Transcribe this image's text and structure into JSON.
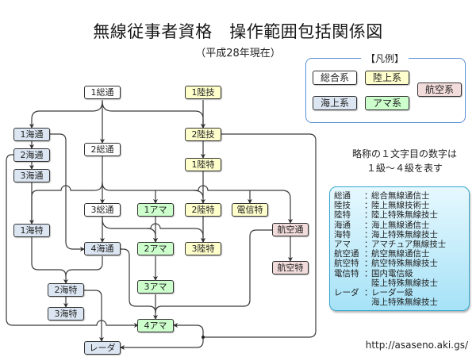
{
  "header": {
    "title": "無線従事者資格　操作範囲包括関係図",
    "subtitle": "（平成28年現在）"
  },
  "legend": {
    "title": "【凡例】",
    "items": [
      {
        "id": "general",
        "label": "総合系",
        "color": "#ffffff"
      },
      {
        "id": "land",
        "label": "陸上系",
        "color": "#ffffcc"
      },
      {
        "id": "aviation",
        "label": "航空系",
        "color": "#f2dcdb"
      },
      {
        "id": "maritime",
        "label": "海上系",
        "color": "#dce6f2"
      },
      {
        "id": "amateur",
        "label": "アマ系",
        "color": "#ccffcc"
      }
    ]
  },
  "note": {
    "line1": "略称の１文字目の数字は",
    "line2": "１級～４級を表す"
  },
  "abbreviations": [
    {
      "abbr": "総通",
      "full": "総合無線通信士"
    },
    {
      "abbr": "陸技",
      "full": "陸上無線技術士"
    },
    {
      "abbr": "陸特",
      "full": "陸上特殊無線技士"
    },
    {
      "abbr": "海通",
      "full": "海上無線通信士"
    },
    {
      "abbr": "海特",
      "full": "海上特殊無線技士"
    },
    {
      "abbr": "アマ",
      "full": "アマチュア無線技士"
    },
    {
      "abbr": "航空通",
      "full": "航空無線通信士"
    },
    {
      "abbr": "航空特",
      "full": "航空特殊無線技士"
    },
    {
      "abbr": "電信特",
      "full": "国内電信級",
      "full2": "陸上特殊無線技士"
    },
    {
      "abbr": "レーダ",
      "full": "レーダー級",
      "full2": "海上特殊無線技士"
    }
  ],
  "colon": "：",
  "diagram": {
    "nodes": [
      {
        "label": "1総通",
        "category": "general"
      },
      {
        "label": "1陸技",
        "category": "land"
      },
      {
        "label": "1海通",
        "category": "maritime"
      },
      {
        "label": "2陸技",
        "category": "land"
      },
      {
        "label": "2総通",
        "category": "general"
      },
      {
        "label": "2海通",
        "category": "maritime"
      },
      {
        "label": "1陸特",
        "category": "land"
      },
      {
        "label": "3海通",
        "category": "maritime"
      },
      {
        "label": "3総通",
        "category": "general"
      },
      {
        "label": "1アマ",
        "category": "amateur"
      },
      {
        "label": "2陸特",
        "category": "land"
      },
      {
        "label": "電信特",
        "category": "land"
      },
      {
        "label": "1海特",
        "category": "maritime"
      },
      {
        "label": "航空通",
        "category": "aviation"
      },
      {
        "label": "4海通",
        "category": "maritime"
      },
      {
        "label": "2アマ",
        "category": "amateur"
      },
      {
        "label": "3陸特",
        "category": "land"
      },
      {
        "label": "航空特",
        "category": "aviation"
      },
      {
        "label": "3アマ",
        "category": "amateur"
      },
      {
        "label": "2海特",
        "category": "maritime"
      },
      {
        "label": "3海特",
        "category": "maritime"
      },
      {
        "label": "4アマ",
        "category": "amateur"
      },
      {
        "label": "レーダ",
        "category": "maritime"
      }
    ],
    "relations": [
      {
        "from": "1総通",
        "to": "2総通"
      },
      {
        "from": "1総通",
        "to": "1海通"
      },
      {
        "from": "1総通",
        "to": "2陸技"
      },
      {
        "from": "1陸技",
        "to": "2陸技"
      },
      {
        "from": "1海通",
        "to": "2海通"
      },
      {
        "from": "2海通",
        "to": "3海通"
      },
      {
        "from": "1海通",
        "to": "4海通"
      },
      {
        "from": "2海通",
        "to": "4アマ"
      },
      {
        "from": "3海通",
        "to": "1海特"
      },
      {
        "from": "2総通",
        "to": "1海特"
      },
      {
        "from": "2総通",
        "to": "3総通"
      },
      {
        "from": "2総通",
        "to": "1アマ"
      },
      {
        "from": "2総通",
        "to": "2陸特"
      },
      {
        "from": "2総通",
        "to": "電信特"
      },
      {
        "from": "2総通",
        "to": "航空通"
      },
      {
        "from": "2陸技",
        "to": "1陸特"
      },
      {
        "from": "1陸特",
        "to": "2陸特"
      },
      {
        "from": "3総通",
        "to": "4海通"
      },
      {
        "from": "3総通",
        "to": "2アマ"
      },
      {
        "from": "3総通",
        "to": "3陸特"
      },
      {
        "from": "1アマ",
        "to": "2アマ"
      },
      {
        "from": "2陸特",
        "to": "3陸特"
      },
      {
        "from": "航空通",
        "to": "航空特"
      },
      {
        "from": "航空通",
        "to": "4アマ"
      },
      {
        "from": "2アマ",
        "to": "3アマ"
      },
      {
        "from": "3アマ",
        "to": "4アマ"
      },
      {
        "from": "4海通",
        "to": "4アマ"
      },
      {
        "from": "4海通",
        "to": "2海特"
      },
      {
        "from": "1海特",
        "to": "2海特"
      },
      {
        "from": "2海特",
        "to": "3海特"
      },
      {
        "from": "2海特",
        "to": "レーダ"
      },
      {
        "from": "2陸技",
        "to": "4アマ"
      },
      {
        "from": "2陸技",
        "to": "レーダ"
      }
    ]
  },
  "footer": {
    "url": "http://asaseno.aki.gs/"
  }
}
